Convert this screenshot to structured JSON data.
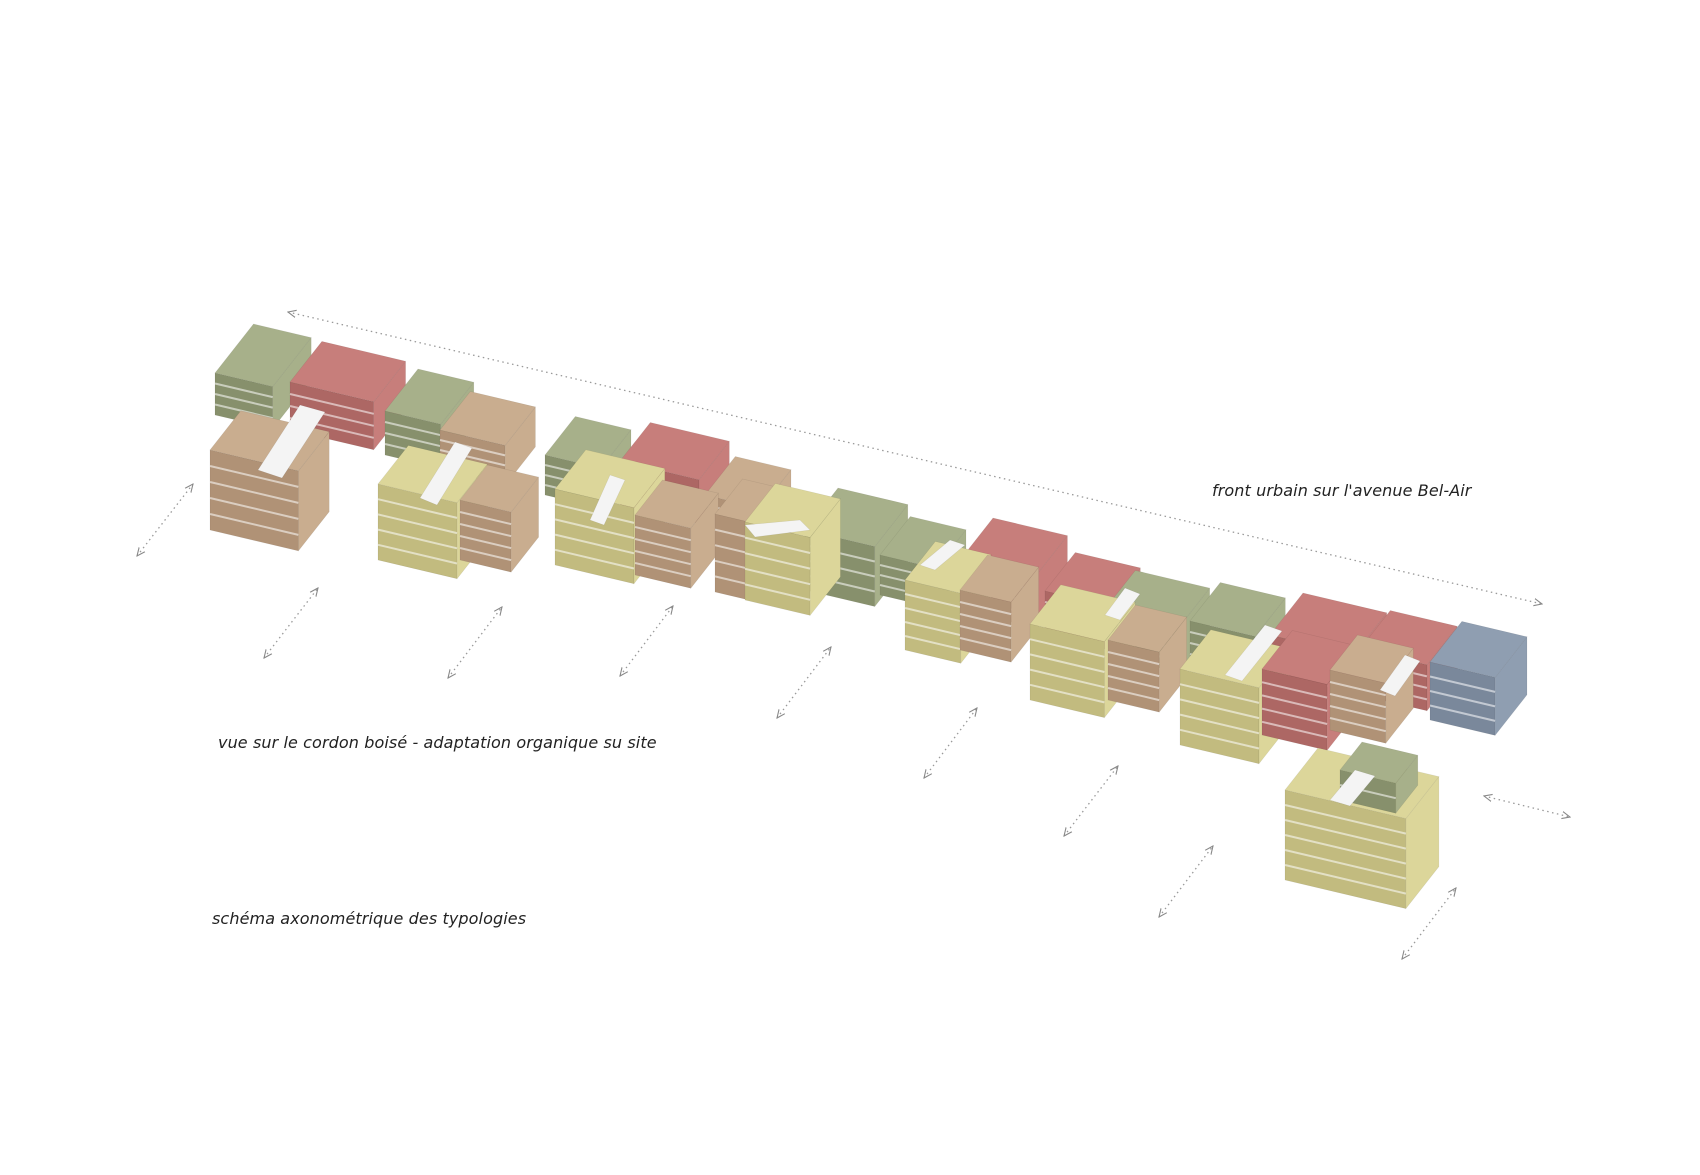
{
  "labels": {
    "front": "front urbain sur l'avenue Bel-Air",
    "vue": "vue sur le cordon boisé - adaptation organique su site",
    "schema": "schéma axonométrique des typologies"
  },
  "colors": {
    "green": "#a7b08a",
    "green_dark": "#87906c",
    "red": "#c77e7b",
    "red_dark": "#ad6764",
    "tan": "#c9ad8f",
    "tan_dark": "#b09276",
    "yellow": "#dcd69a",
    "yellow_dark": "#c2bb7f",
    "blue": "#8f9eb1",
    "blue_dark": "#7a889b",
    "white": "#f4f4f4",
    "arrow": "#999999"
  }
}
